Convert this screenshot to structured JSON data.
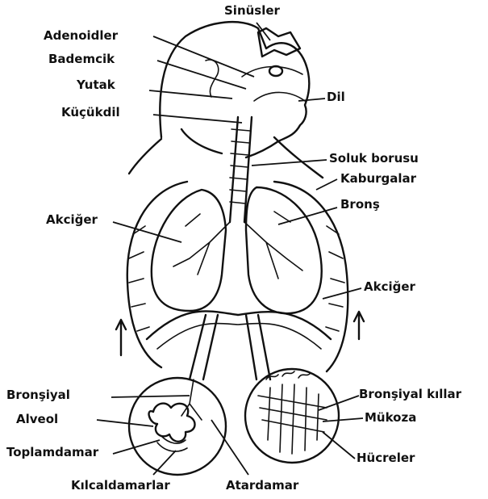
{
  "labels": {
    "sinusler": "Sinüsler",
    "adenoidler": "Adenoidler",
    "bademcik": "Bademcik",
    "yutak": "Yutak",
    "kucukdil": "Küçükdil",
    "dil": "Dil",
    "soluk_borusu": "Soluk borusu",
    "kaburgalar": "Kaburgalar",
    "brons": "Bronş",
    "akciger_left": "Akciğer",
    "akciger_right": "Akciğer",
    "bronsiyal": "Bronşiyal",
    "alveol": "Alveol",
    "toplamdamar": "Toplamdamar",
    "kilcaldamarlar": "Kılcaldamarlar",
    "atardamar": "Atardamar",
    "bronsiyal_killar": "Bronşiyal kıllar",
    "mukoza": "Mükoza",
    "hucreler": "Hücreler"
  }
}
